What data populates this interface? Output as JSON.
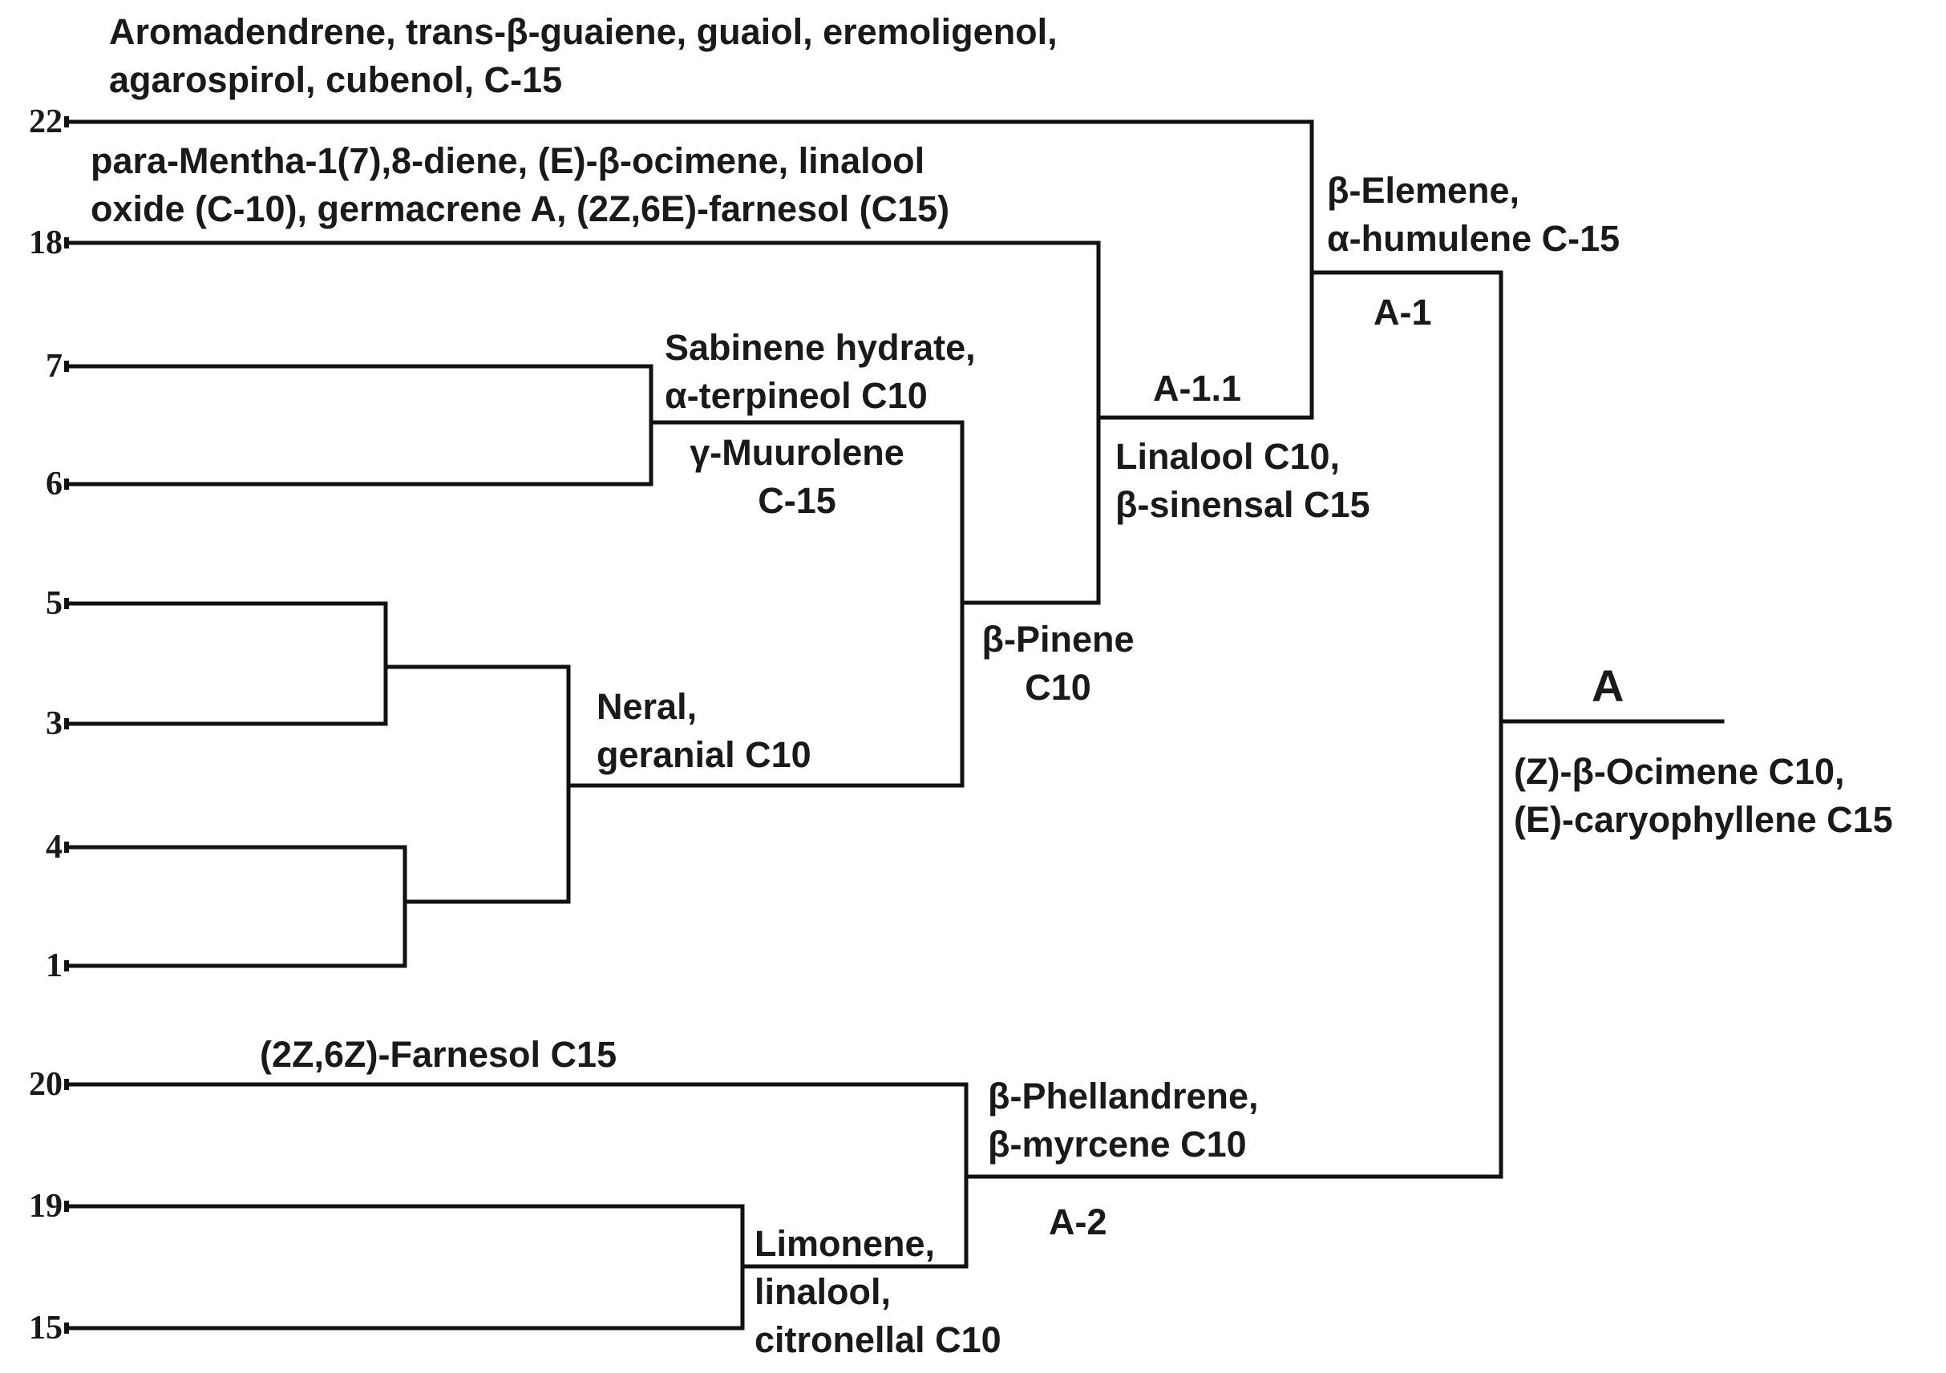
{
  "leaves": [
    "22",
    "18",
    "7",
    "6",
    "5",
    "3",
    "4",
    "1",
    "20",
    "19",
    "15"
  ],
  "labels": {
    "n22": [
      "Aromadendrene, trans-β-guaiene, guaiol, eremoligenol,",
      "agarospirol, cubenol, C-15"
    ],
    "n18": [
      "para-Mentha-1(7),8-diene, (E)-β-ocimene, linalool",
      "oxide (C-10), germacrene A, (2Z,6E)-farnesol (C15)"
    ],
    "n76_a": [
      "Sabinene hydrate,",
      "α-terpineol C10"
    ],
    "n76_b": [
      "γ-Muurolene",
      "C-15"
    ],
    "neral": [
      "Neral,",
      "geranial C10"
    ],
    "pinene": [
      "β-Pinene",
      "C10"
    ],
    "linalool": [
      "Linalool C10,",
      "β-sinensal C15"
    ],
    "a11": "A-1.1",
    "elemene": [
      "β-Elemene,",
      "α-humulene C-15"
    ],
    "a1": "A-1",
    "root": "A",
    "ocimene": [
      "(Z)-β-Ocimene C10,",
      "(E)-caryophyllene C15"
    ],
    "farnesol": "(2Z,6Z)-Farnesol C15",
    "phell": [
      "β-Phellandrene,",
      "β-myrcene C10"
    ],
    "a2": "A-2",
    "limonene": [
      "Limonene,",
      "linalool,",
      "citronellal C10"
    ]
  },
  "colors": {
    "line": "#111111",
    "text": "#1a1a1a"
  }
}
